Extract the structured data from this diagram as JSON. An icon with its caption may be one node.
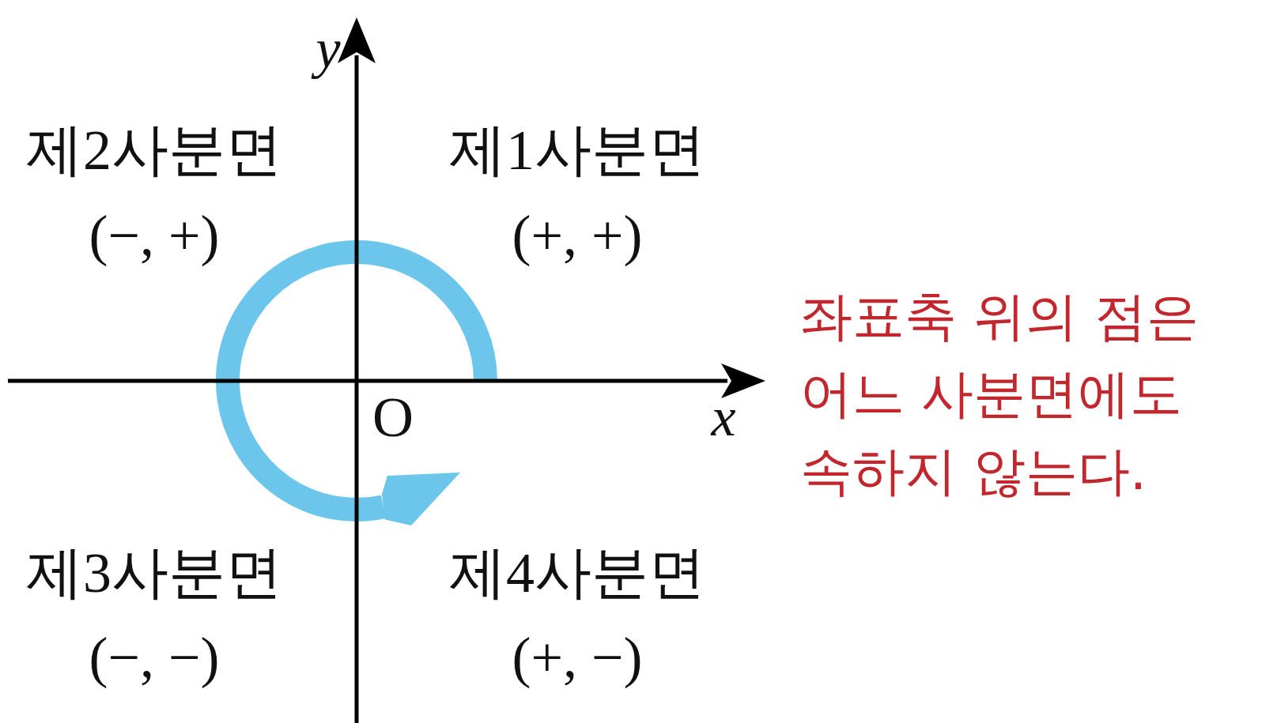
{
  "diagram": {
    "labels": [
      "y",
      "x",
      "O",
      "제2사분면",
      "(−, +)",
      "제1사분면",
      "(+, +)",
      "제3사분면",
      "(−, −)",
      "제4사분면",
      "(+, −)",
      "좌표축 위의 점은 어느 사분면에도 속하지 않는다."
    ]
  }
}
